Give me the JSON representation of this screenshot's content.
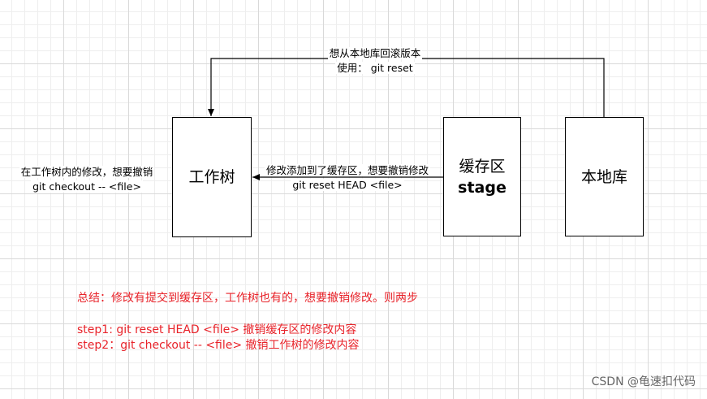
{
  "boxes": {
    "worktree": {
      "label": "工作树"
    },
    "stage": {
      "label": "缓存区",
      "sublabel": "stage"
    },
    "repo": {
      "label": "本地库"
    }
  },
  "labels": {
    "rollback_title": "想从本地库回滚版本",
    "rollback_cmd": "使用： git reset",
    "unstage_title": "修改添加到了缓存区，想要撤销修改",
    "unstage_cmd": "git reset HEAD <file>",
    "discard_title": "在工作树内的修改，想要撤销",
    "discard_cmd": "git checkout -- <file>"
  },
  "notes": {
    "summary": "总结：修改有提交到缓存区，工作树也有的，想要撤销修改。则两步",
    "step1": "step1: git reset HEAD <file> 撤销缓存区的修改内容",
    "step2": "step2：git checkout -- <file> 撤销工作树的修改内容"
  },
  "watermark": "CSDN @龟速扣代码",
  "colors": {
    "note_text": "#e8232a",
    "line": "#000000"
  }
}
